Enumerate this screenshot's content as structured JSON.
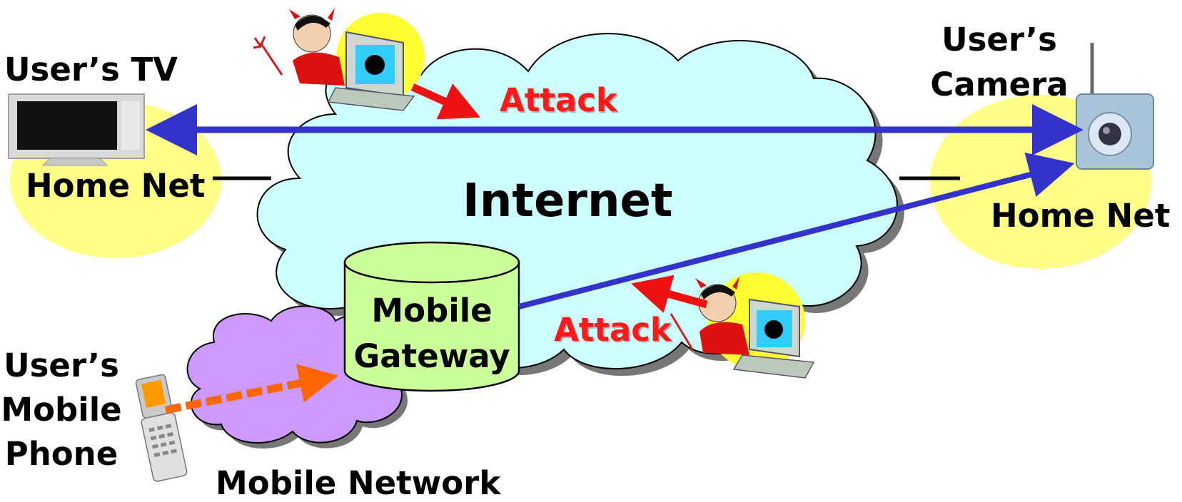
{
  "labels": {
    "users_tv": "User’s TV",
    "home_net_left": "Home Net",
    "users_camera_line1": "User’s",
    "users_camera_line2": "Camera",
    "home_net_right": "Home Net",
    "internet": "Internet",
    "mobile_gateway_line1": "Mobile",
    "mobile_gateway_line2": "Gateway",
    "users_mobile_line1": "User’s",
    "users_mobile_line2": "Mobile",
    "users_mobile_line3": "Phone",
    "mobile_network": "Mobile Network",
    "attack_top": "Attack",
    "attack_bottom": "Attack"
  },
  "colors": {
    "internet_cloud": "#ccffff",
    "mobile_cloud": "#cc99ff",
    "home_net": "#ffff88",
    "gateway": "#ccff99",
    "connection_arrow": "#3333cc",
    "attack_arrow": "#ee1111",
    "mobile_link": "#ff6600",
    "attack_text": "#ff1a1a"
  },
  "icons": [
    "tv-icon",
    "camera-icon",
    "mobile-phone-icon",
    "attacker-icon",
    "database-cylinder-icon"
  ]
}
